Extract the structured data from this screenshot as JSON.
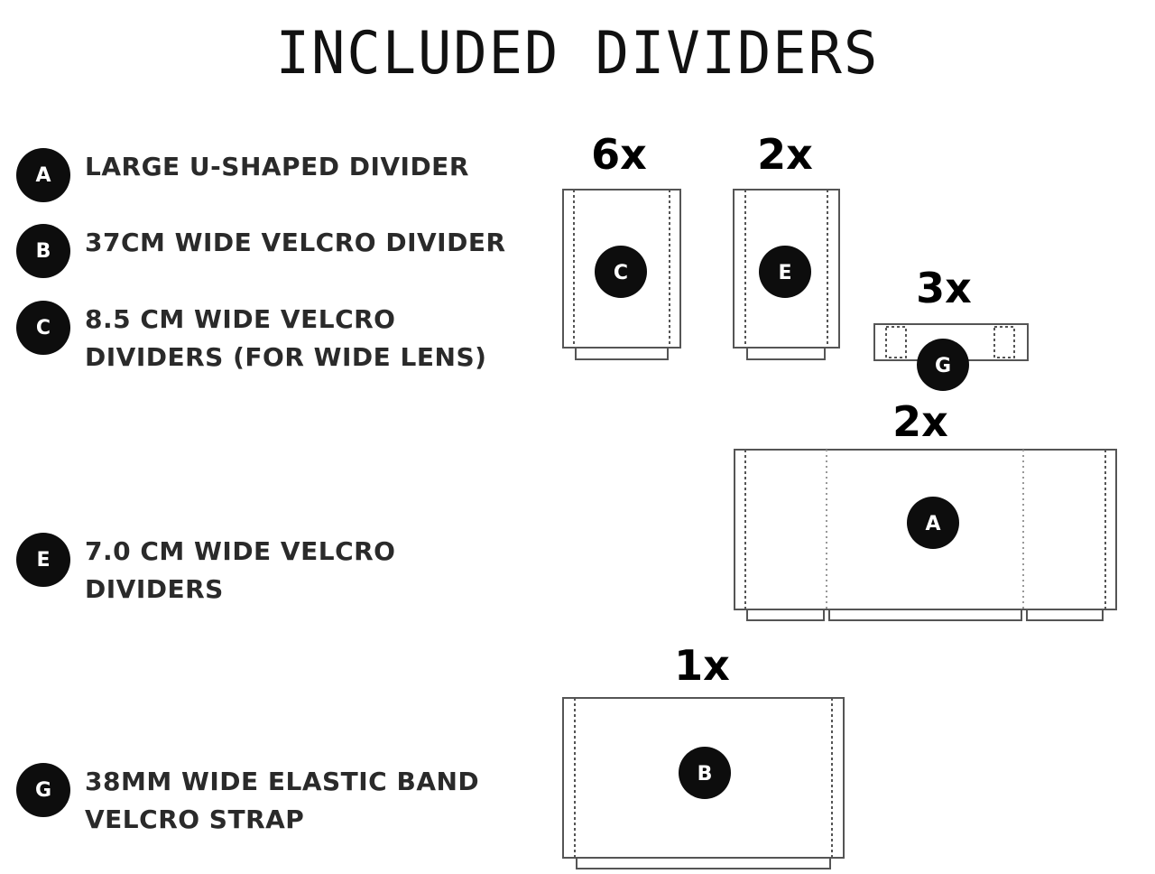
{
  "title": "INCLUDED DIVIDERS",
  "legend": [
    {
      "letter": "A",
      "text": "LARGE  U-SHAPED DIVIDER"
    },
    {
      "letter": "B",
      "text": "37CM WIDE VELCRO DIVIDER"
    },
    {
      "letter": "C",
      "text": "8.5 CM WIDE VELCRO\nDIVIDERS (FOR WIDE LENS)"
    },
    {
      "letter": "E",
      "text": "7.0 CM WIDE VELCRO\nDIVIDERS"
    },
    {
      "letter": "G",
      "text": "38MM WIDE ELASTIC BAND\nVELCRO STRAP"
    }
  ],
  "pieces": [
    {
      "letter": "C",
      "quantity": "6x"
    },
    {
      "letter": "E",
      "quantity": "2x"
    },
    {
      "letter": "G",
      "quantity": "3x"
    },
    {
      "letter": "A",
      "quantity": "2x"
    },
    {
      "letter": "B",
      "quantity": "1x"
    }
  ],
  "colors": {
    "ink": "#0d0d0d",
    "line": "#555555",
    "text": "#2a2a2a"
  }
}
